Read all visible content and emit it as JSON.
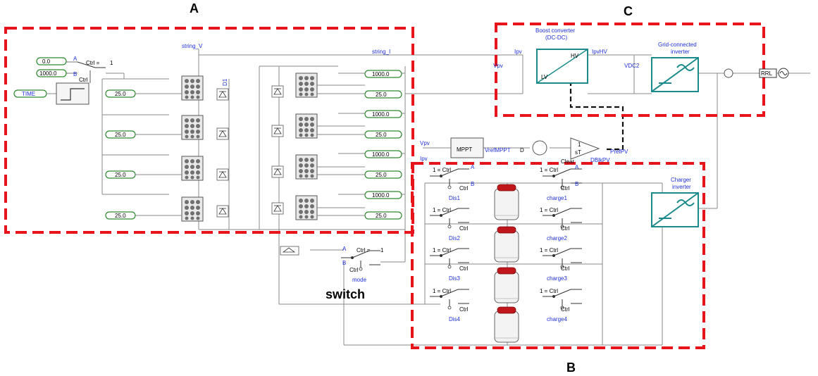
{
  "regions": {
    "a": {
      "letter": "A"
    },
    "b": {
      "letter": "B"
    },
    "c": {
      "letter": "C"
    }
  },
  "switch_label": "switch",
  "pv_inputs": {
    "const_zero": "0.0",
    "const_1000": "1000.0",
    "time": "TIME",
    "ctrl_eq": "Ctrl =",
    "ctrl_one": "1",
    "ctrl_text": "Ctrl",
    "port_a": "A",
    "port_b": "B"
  },
  "string_v": "string_V",
  "string_i": "string_I",
  "diode_label": "D1",
  "left_temps": [
    "25.0",
    "25.0",
    "25.0",
    "25.0"
  ],
  "right_irr": [
    "1000.0",
    "1000.0",
    "1000.0",
    "1000.0"
  ],
  "right_temps": [
    "25.0",
    "25.0",
    "25.0",
    "25.0"
  ],
  "boost": {
    "title": "Boost converter",
    "subtitle": "(DC-DC)",
    "hv": "HV",
    "lv": "LV",
    "ipv": "Ipv",
    "ipvhv": "IpvHV",
    "vpv": "Vpv",
    "vdc2": "VDC2"
  },
  "grid_inverter": {
    "line1": "Grid-connected",
    "line2": "inverter"
  },
  "rrl": "RRL",
  "mppt": {
    "label": "MPPT",
    "vpv": "Vpv",
    "ipv": "Ipv",
    "vref": "VrefMPPT",
    "d": "D",
    "int_num": "1",
    "int_den": "sT",
    "prefpv": "PrefPV",
    "clear": "Clear",
    "dblkpv": "DBlkPV"
  },
  "charger": {
    "line1": "Charger",
    "line2": "inverter"
  },
  "battery_bank": {
    "dis": [
      "Dis1",
      "Dis2",
      "Dis3",
      "Dis4"
    ],
    "charge": [
      "charge1",
      "charge2",
      "charge3",
      "charge4"
    ],
    "ctrl_eq": "1   = Ctrl",
    "ctrl": "Ctrl",
    "a": "A",
    "b": "B"
  },
  "mode_switch": {
    "ctrl_eq": "Ctrl =",
    "one": "1",
    "ctrl": "Ctrl",
    "mode": "mode",
    "a": "A",
    "b": "B"
  },
  "colors": {
    "dash": "#e8141b",
    "teal": "#1b8a8a",
    "pill": "#2e8b2e",
    "label_blue": "#1f2fd6"
  }
}
